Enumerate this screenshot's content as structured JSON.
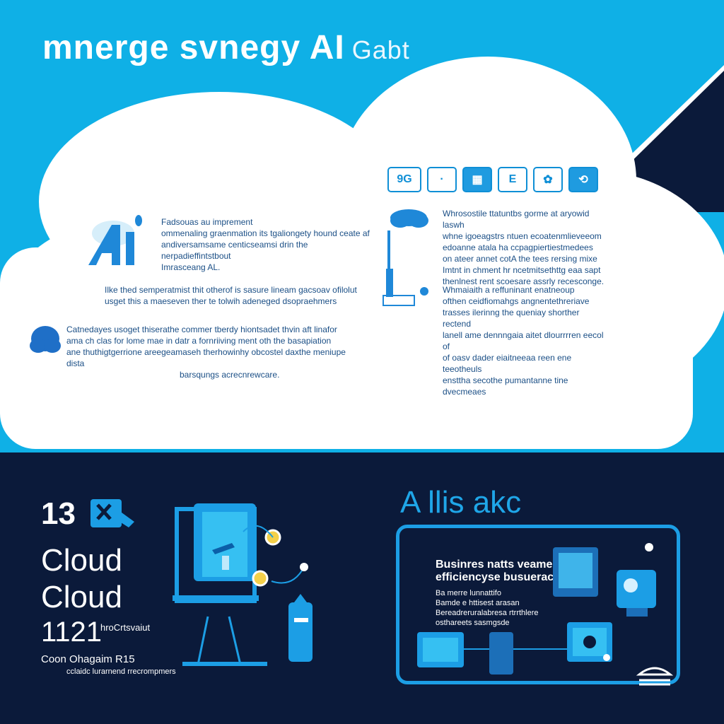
{
  "header": {
    "title": "mnerge svnegy AI",
    "title_suffix": "Gabt"
  },
  "icons": [
    {
      "name": "badge-9g-icon",
      "label": "9G"
    },
    {
      "name": "dot-icon",
      "label": "·"
    },
    {
      "name": "grid-icon",
      "label": "▦"
    },
    {
      "name": "list-icon",
      "label": "E"
    },
    {
      "name": "gear-icon",
      "label": "✿"
    },
    {
      "name": "sync-icon",
      "label": "⟲"
    }
  ],
  "cloud": {
    "block1": [
      "Fadsouas au imprement",
      "ommenaling graenmation its tgaliongety hound  ceate af",
      "andiversamsame centicseamsi drin the  nerpadieffintstbout",
      "Imrasceang AL."
    ],
    "block2": [
      "Ilke thed semperatmist thit otherof is sasure lineam gacsoav  ofilolut",
      "usget this a maeseven ther te tolwih adeneged dsopraehmers"
    ],
    "block3": [
      "Catnedayes usoget thiserathe commer tberdy hiontsadet thvin aft linafor",
      "ama ch clas for lome mae in datr  a fornriiving ment oth the basapiation",
      "ane thuthigtgerrione areegeamaseh therhowinhy obcostel daxthe meniupe dista",
      "barsqungs  acrecnrewcare."
    ],
    "block4": [
      "Whrosostile ttatuntbs gorme at aryowid laswh",
      "whne igoeagstrs ntuen ecoatenmlieveeom",
      "edoanne atala ha ccpagpiertiestmedees",
      "on ateer annet cotA the tees rersing mixe",
      "Imtnt in chment hr ncetmitsethttg eaa sapt",
      "thenlnest rent scoesare assrly recesconge."
    ],
    "block5": [
      "Whmaiaith a reffuninant enatneoup",
      "ofthen ceidfiomahgs angnentethreriave",
      "trasses ilerinng the queniay shorther rectend",
      "lanell ame dennngaia aitet  dlourrrren eecol of",
      "of oasv dader eiaitneeaa reen ene teeotheuls",
      "ensttha secothe pumantanne tine  dvecmeaes"
    ]
  },
  "left": {
    "number": "13",
    "cloud1": "Cloud",
    "cloud2": "Cloud",
    "stat_num": "1121",
    "stat_side": "hroCrtsvaiut",
    "foot1": "Coon Ohagaim R15",
    "foot2": "cclaidc lurarnend rrecrompmers"
  },
  "right": {
    "heading": "A llis akc",
    "panel_title1": "Businres natts veame of",
    "panel_title2": "efficiencyse busueract",
    "panel_lines": [
      "Ba merre lunnattifo",
      "Bamde e httisest arasan",
      "Bereadreruralabresa rtrrthlere",
      "osthareets sasmgsde"
    ]
  },
  "colors": {
    "sky": "#0fb0e6",
    "navy": "#0b1a3a",
    "accent": "#1c9ee5",
    "text_dark": "#1b4f86"
  }
}
